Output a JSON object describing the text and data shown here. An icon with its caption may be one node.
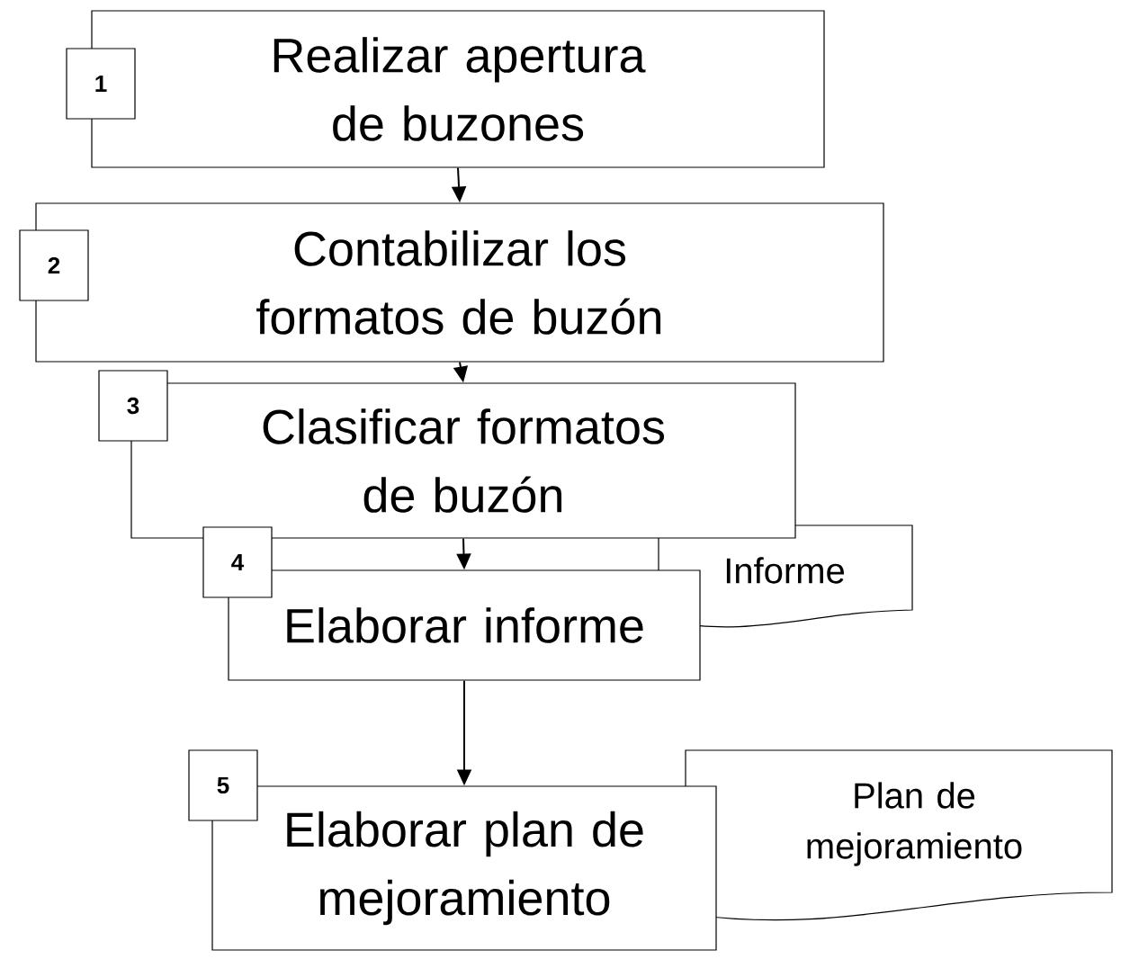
{
  "diagram": {
    "nodes": [
      {
        "text": [
          "1",
          "Realizar apertura de buzones"
        ]
      },
      {
        "text": [
          "2",
          "Contabilizar los formatos de buzón"
        ]
      },
      {
        "text": [
          "3",
          "Clasificar formatos de buzón"
        ]
      },
      {
        "text": [
          "4",
          "Elaborar informe"
        ]
      },
      {
        "text": [
          "5",
          "Elaborar plan de mejoramiento"
        ]
      },
      {
        "text": [
          "Informe"
        ]
      },
      {
        "text": [
          "Plan de mejoramiento"
        ]
      }
    ],
    "edges": [
      {
        "from": 0,
        "to": 1,
        "arrow": "to"
      },
      {
        "from": 1,
        "to": 2,
        "arrow": "to"
      },
      {
        "from": 2,
        "to": 3,
        "arrow": "to"
      },
      {
        "from": 3,
        "to": 4,
        "arrow": "to"
      }
    ]
  }
}
